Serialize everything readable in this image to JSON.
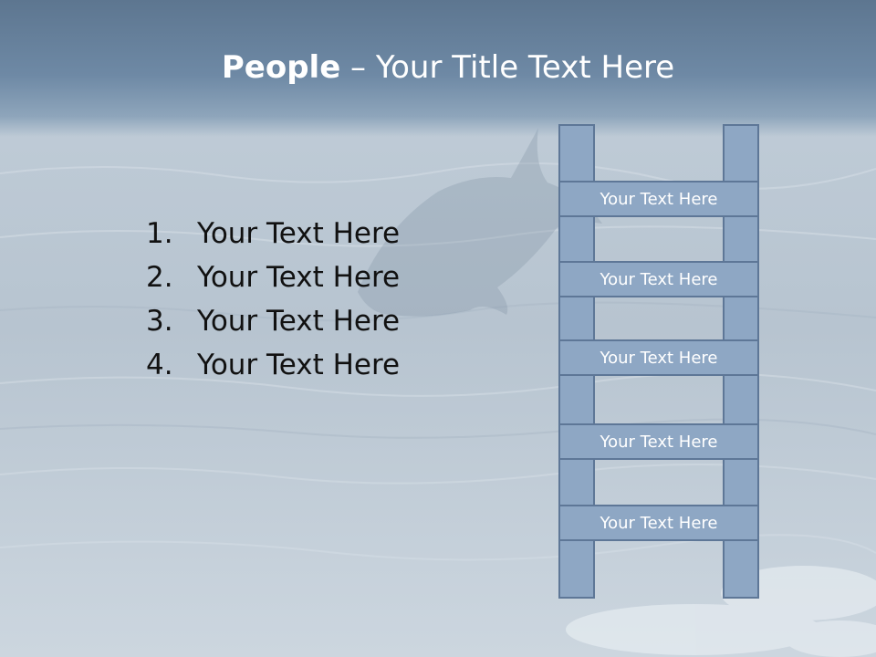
{
  "slide": {
    "title_bold": "People",
    "title_rest": " – Your Title Text Here",
    "list": [
      {
        "number": "1.",
        "text": "Your Text Here"
      },
      {
        "number": "2.",
        "text": "Your Text Here"
      },
      {
        "number": "3.",
        "text": "Your Text Here"
      },
      {
        "number": "4.",
        "text": "Your Text Here"
      }
    ],
    "ladder_rungs": [
      "Your Text Here",
      "Your Text Here",
      "Your Text Here",
      "Your Text Here",
      "Your Text Here"
    ]
  },
  "colors": {
    "header": "#6e89a5",
    "ladder_fill": "#8ea7c4",
    "ladder_border": "#5e7797",
    "title_text": "#ffffff",
    "body_text": "#111111"
  },
  "background_image": "ocean-with-dolphin"
}
